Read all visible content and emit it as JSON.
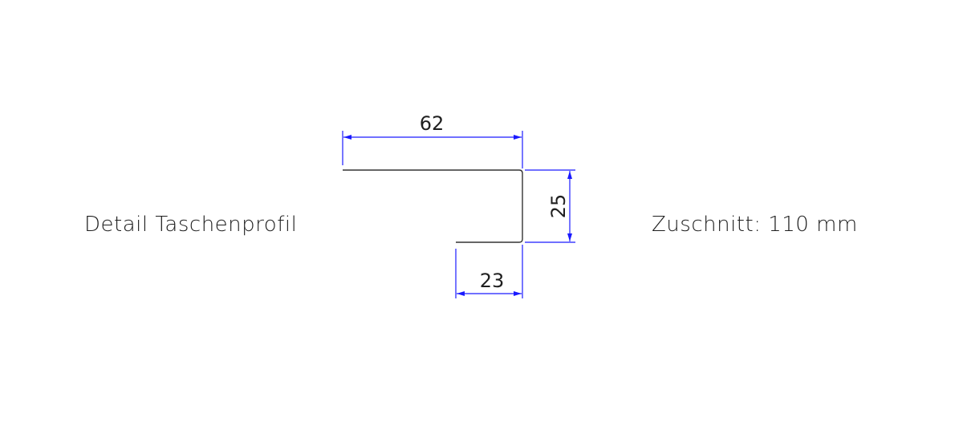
{
  "drawing": {
    "title": "Detail Taschenprofil",
    "cut_length_label": "Zuschnitt: 110 mm",
    "dimensions": {
      "top_width": "62",
      "height": "25",
      "bottom_width": "23"
    },
    "colors": {
      "profile_line": "#333333",
      "dimension_line": "#1a1aff",
      "text": "#1f1f1f",
      "background": "#ffffff"
    }
  }
}
